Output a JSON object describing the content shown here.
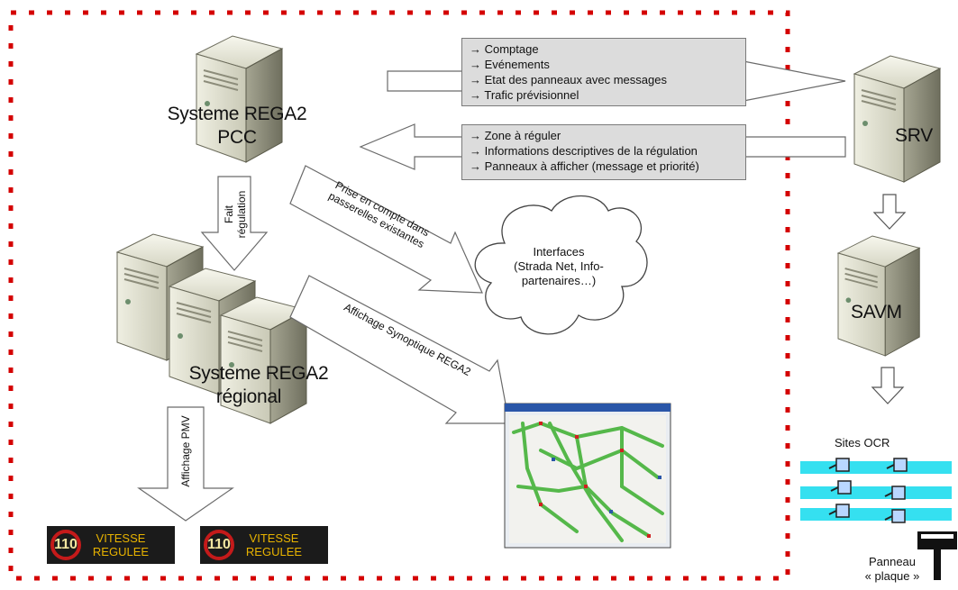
{
  "pcc": {
    "title_line1": "Systeme REGA2",
    "title_line2": "PCC"
  },
  "regional": {
    "title_line1": "Systeme REGA2",
    "title_line2": "régional"
  },
  "srv": {
    "label": "SRV"
  },
  "savm": {
    "label": "SAVM"
  },
  "outbound_box": {
    "items": [
      "→ Comptage",
      "→ Evénements",
      "→ Etat des panneaux avec messages",
      "→ Trafic prévisionnel"
    ]
  },
  "inbound_box": {
    "items": [
      "→ Zone à réguler",
      "→ Informations descriptives de la régulation",
      "→ Panneaux à afficher (message et priorité)"
    ]
  },
  "arrows": {
    "fait_regulation": [
      "Fait",
      "régulation"
    ],
    "prise_en_compte": [
      "Prise en compte dans",
      "passerelles existantes"
    ],
    "affichage_synoptique": "Affichage Synoptique REGA2",
    "affichage_pmv": "Affichage PMV"
  },
  "interfaces": {
    "lines": [
      "Interfaces",
      "(Strada Net, Info-",
      "partenaires…)"
    ]
  },
  "signs": [
    {
      "speed": "110",
      "line1": "VITESSE",
      "line2": "REGULEE"
    },
    {
      "speed": "110",
      "line1": "VITESSE",
      "line2": "REGULEE"
    }
  ],
  "ocr": {
    "label": "Sites OCR"
  },
  "panneau": {
    "line1": "Panneau",
    "line2": "« plaque »"
  },
  "colors": {
    "border_dots": "#d40000",
    "ocr_band": "#35e0f0",
    "info_box": "#dcdcdc"
  }
}
